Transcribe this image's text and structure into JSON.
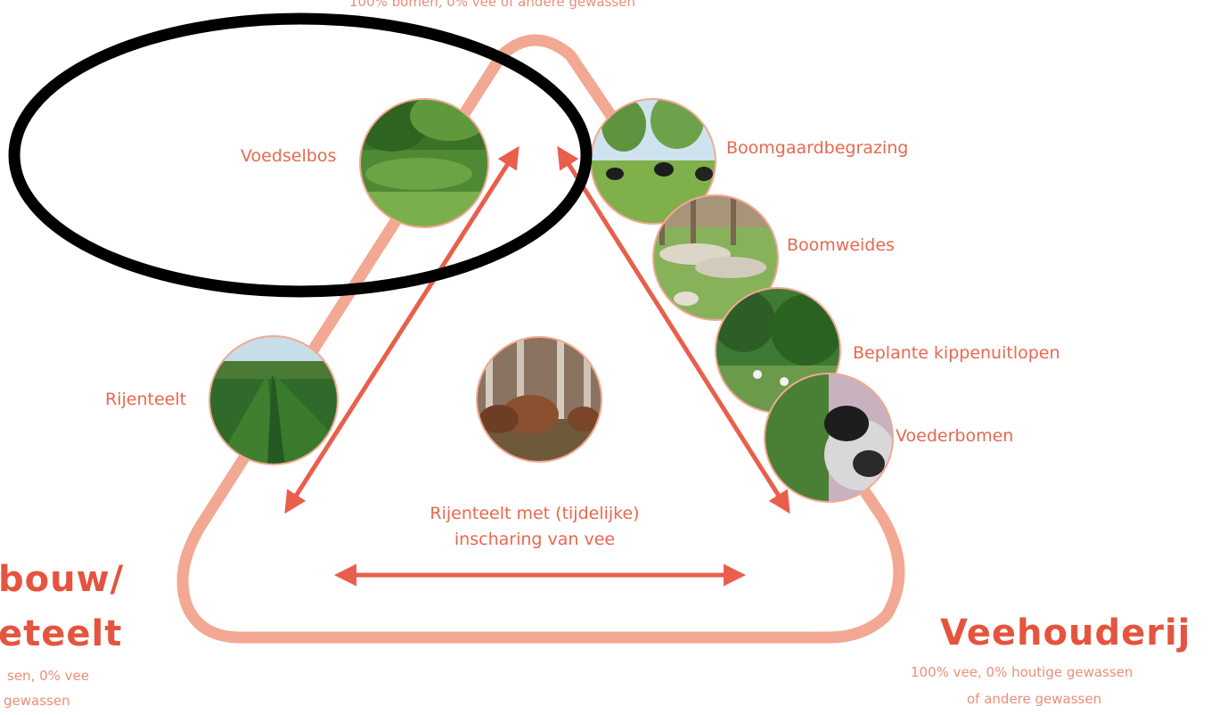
{
  "top": {
    "caption": "100% bomen, 0% vee of andere gewassen"
  },
  "left": {
    "title_line1": "bouw/",
    "title_line2": "eteelt",
    "caption_line1": "sen, 0% vee",
    "caption_line2": "gewassen"
  },
  "right": {
    "title": "Veehouderij",
    "caption_line1": "100% vee, 0% houtige gewassen",
    "caption_line2": "of andere gewassen"
  },
  "nodes": {
    "voedselbos": "Voedselbos",
    "rijenteelt": "Rijenteelt",
    "boomgaardbegrazing": "Boomgaardbegrazing",
    "boomweides": "Boomweides",
    "kippenuitlopen": "Beplante kippenuitlopen",
    "voederbomen": "Voederbomen"
  },
  "center": {
    "line1": "Rijenteelt met (tijdelijke)",
    "line2": "inscharing van vee"
  },
  "colors": {
    "triangle": "#f2a892",
    "arrow": "#e95f4c",
    "text": "#e8684f",
    "annotation": "#000000"
  }
}
